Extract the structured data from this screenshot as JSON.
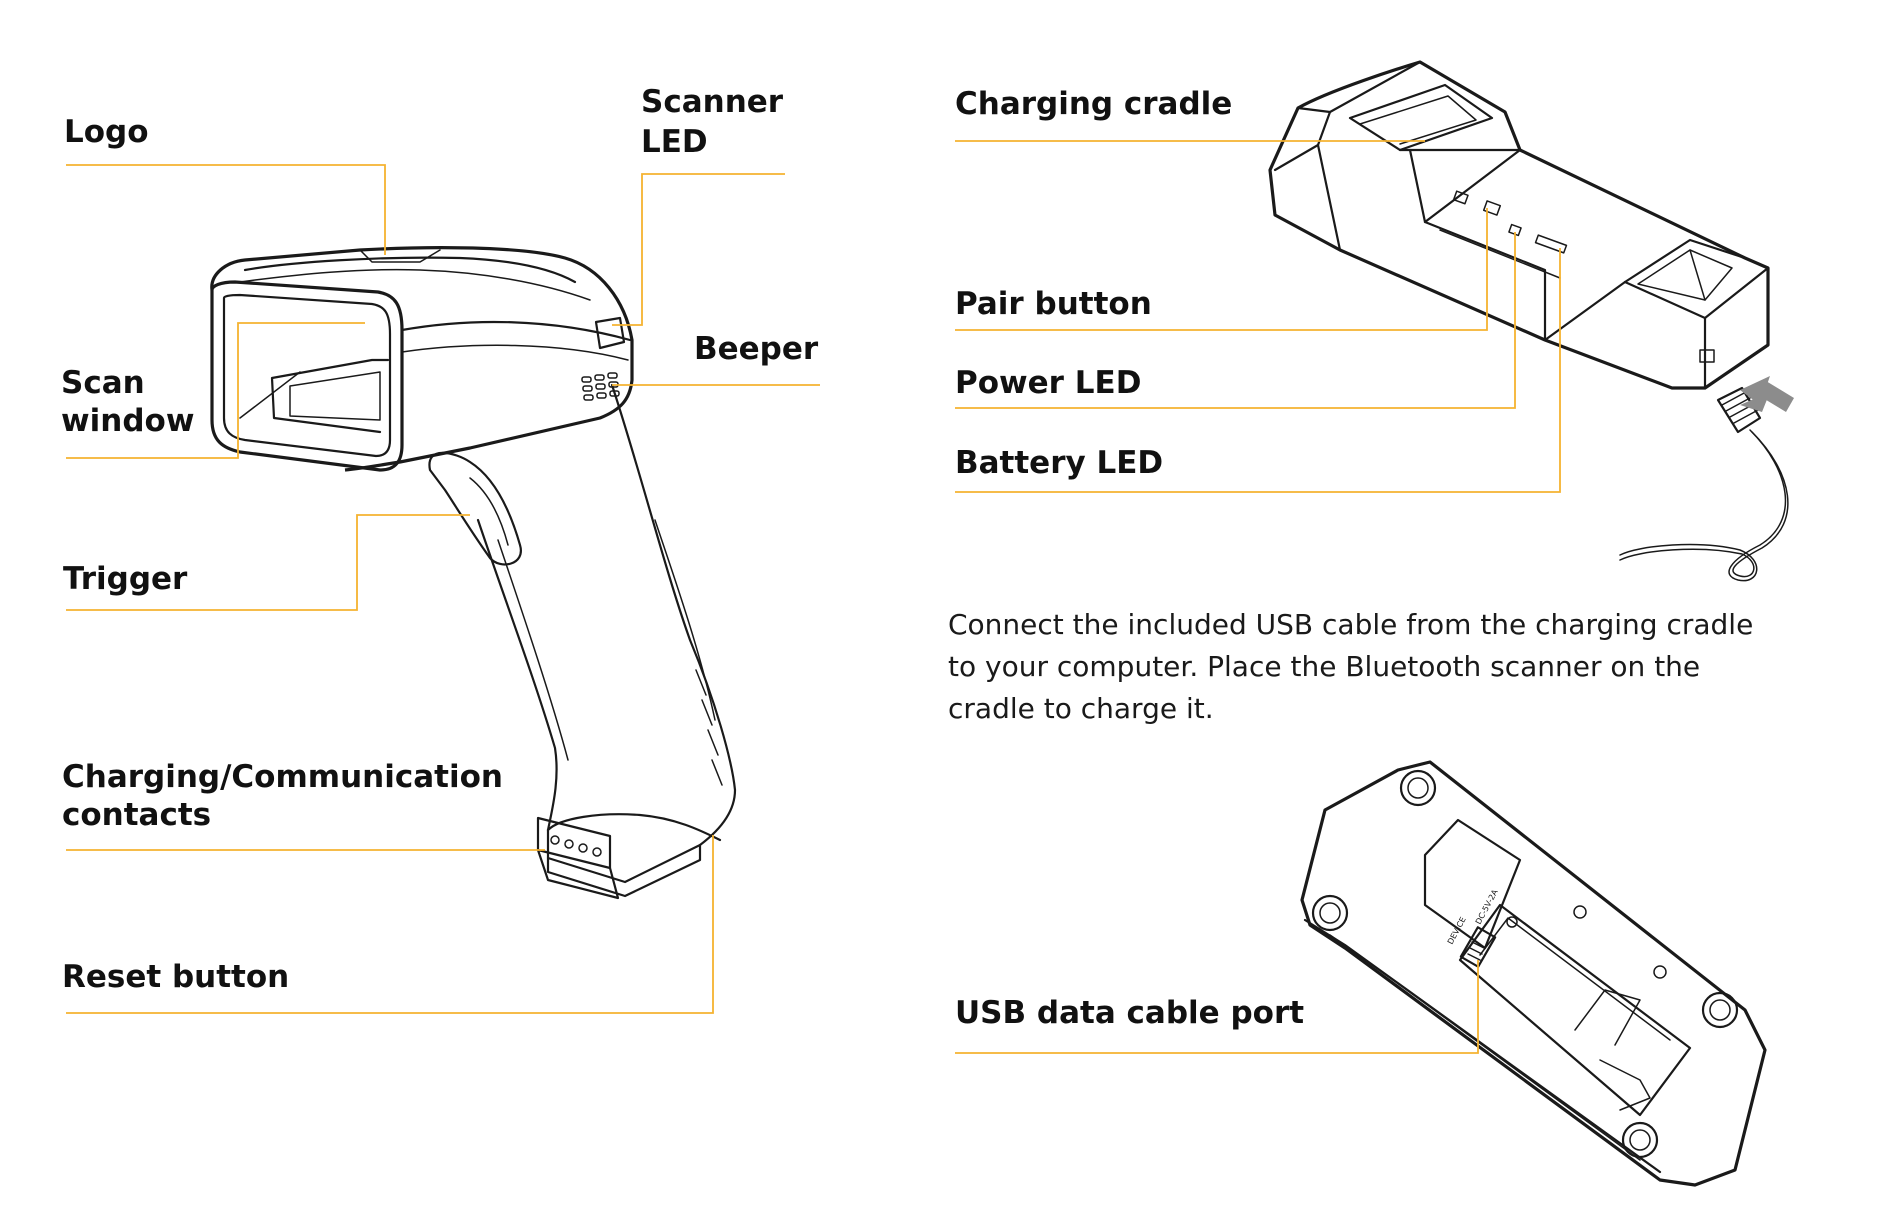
{
  "colors": {
    "leader": "#F5B230",
    "ink": "#1A1A1A",
    "background": "#FFFFFF"
  },
  "labels": {
    "logo": "Logo",
    "scanner_led_1": "Scanner",
    "scanner_led_2": "LED",
    "beeper": "Beeper",
    "scan_window_1": "Scan",
    "scan_window_2": "window",
    "trigger": "Trigger",
    "contacts_1": "Charging/Communication",
    "contacts_2": "contacts",
    "reset_button": "Reset button",
    "charging_cradle": "Charging cradle",
    "pair_button": "Pair button",
    "power_led": "Power LED",
    "battery_led": "Battery LED",
    "usb_port": "USB data cable port"
  },
  "description": [
    "Connect the included USB cable from the charging cradle",
    "to your computer. Place the Bluetooth scanner on the",
    "cradle to charge it."
  ],
  "cradle_markings": {
    "device": "DEVICE",
    "power": "DC-5V-2A"
  }
}
